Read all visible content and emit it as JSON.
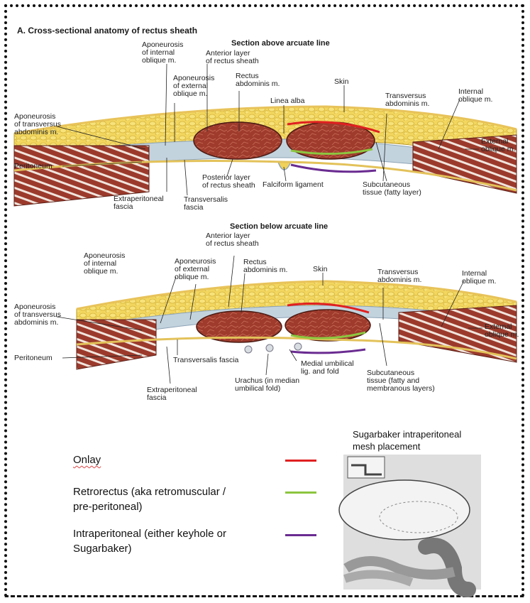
{
  "header": {
    "title": "A. Cross-sectional anatomy of rectus sheath"
  },
  "top_section": {
    "title": "Section above arcuate line",
    "labels": {
      "apo_internal": "Aponeurosis\nof internal\noblique m.",
      "ant_layer": "Anterior layer\nof rectus sheath",
      "apo_external": "Aponeurosis\nof external\noblique m.",
      "rectus": "Rectus\nabdominis m.",
      "linea_alba": "Linea alba",
      "skin": "Skin",
      "transversus": "Transversus\nabdominis m.",
      "internal_oblique": "Internal\noblique m.",
      "apo_transversus": "Aponeurosis\nof transversus\nabdominis m.",
      "external_oblique": "External\noblique m.",
      "peritoneum": "Peritoneum",
      "post_layer": "Posterior layer\nof rectus sheath",
      "falciform": "Falciform ligament",
      "subcutaneous": "Subcutaneous\ntissue (fatty layer)",
      "extraperitoneal": "Extraperitoneal\nfascia",
      "transversalis": "Transversalis\nfascia"
    }
  },
  "bottom_section": {
    "title": "Section below arcuate line",
    "labels": {
      "ant_layer": "Anterior layer\nof rectus sheath",
      "apo_internal": "Aponeurosis\nof internal\noblique m.",
      "apo_external": "Aponeurosis\nof external\noblique m.",
      "rectus": "Rectus\nabdominis m.",
      "skin": "Skin",
      "transversus": "Transversus\nabdominis m.",
      "internal_oblique": "Internal\noblique m.",
      "apo_transversus": "Aponeurosis\nof transversus\nabdominis m.",
      "external_oblique": "External\noblique m.",
      "peritoneum": "Peritoneum",
      "transversalis": "Transversalis fascia",
      "medial_umbilical": "Medial umbilical\nlig. and fold",
      "subcutaneous": "Subcutaneous\ntissue (fatty and\nmembranous layers)",
      "extraperitoneal": "Extraperitoneal\nfascia",
      "urachus": "Urachus (in median\numbilical fold)"
    }
  },
  "legend": {
    "items": [
      {
        "label": "Onlay",
        "color": "#e02020"
      },
      {
        "label": "Retrorectus (aka retromuscular /\npre-peritoneal)",
        "color": "#8cc63f"
      },
      {
        "label": "Intraperitoneal (either keyhole or\nSugarbaker)",
        "color": "#6a2c91"
      }
    ]
  },
  "sugarbaker": {
    "title": "Sugarbaker intraperitoneal\nmesh placement"
  },
  "colors": {
    "fat": "#f0d25a",
    "muscle": "#9b3a2c",
    "fascia": "#b9cbd8",
    "onlay": "#e02020",
    "retrorectus": "#8cc63f",
    "intraperitoneal": "#6a2c91"
  }
}
